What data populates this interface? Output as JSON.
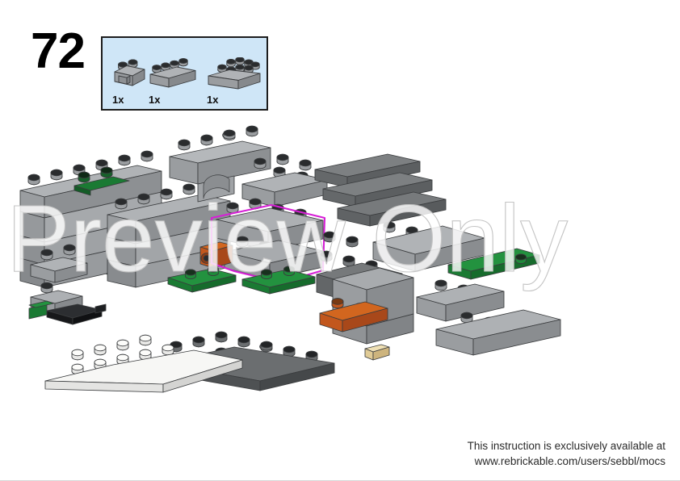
{
  "page": {
    "step_number": "72",
    "background_color": "#ffffff"
  },
  "parts_box": {
    "background_color": "#cfe6f7",
    "border_color": "#1d1d1d",
    "parts": [
      {
        "count_label": "1x",
        "name": "brick-1x2-with-side-detail",
        "color": "#9a9da0",
        "studs": 2
      },
      {
        "count_label": "1x",
        "name": "brick-1x4",
        "color": "#9a9da0",
        "studs": 4
      },
      {
        "count_label": "1x",
        "name": "brick-2x4",
        "color": "#9a9da0",
        "studs": 8
      }
    ]
  },
  "watermark": {
    "text": "Preview Only",
    "fill_color": "#ffffff",
    "stroke_color": "#bdbdbd"
  },
  "model": {
    "highlight_color": "#d61fd6",
    "colors": {
      "light_gray": "#a6a9ac",
      "light_gray_top": "#b8bbbe",
      "light_gray_shade": "#8d9093",
      "dark_gray": "#6b6e70",
      "dark_gray_top": "#7d8082",
      "black": "#17181a",
      "green": "#1a7a33",
      "green_top": "#23923f",
      "orange": "#c2571d",
      "orange_top": "#d2661f",
      "white": "#f2f2f0",
      "tan": "#e6d3a3",
      "stud_top": "#2a2c2e"
    }
  },
  "footer": {
    "line1": "This instruction is exclusively available at",
    "line2": "www.rebrickable.com/users/sebbl/mocs"
  }
}
